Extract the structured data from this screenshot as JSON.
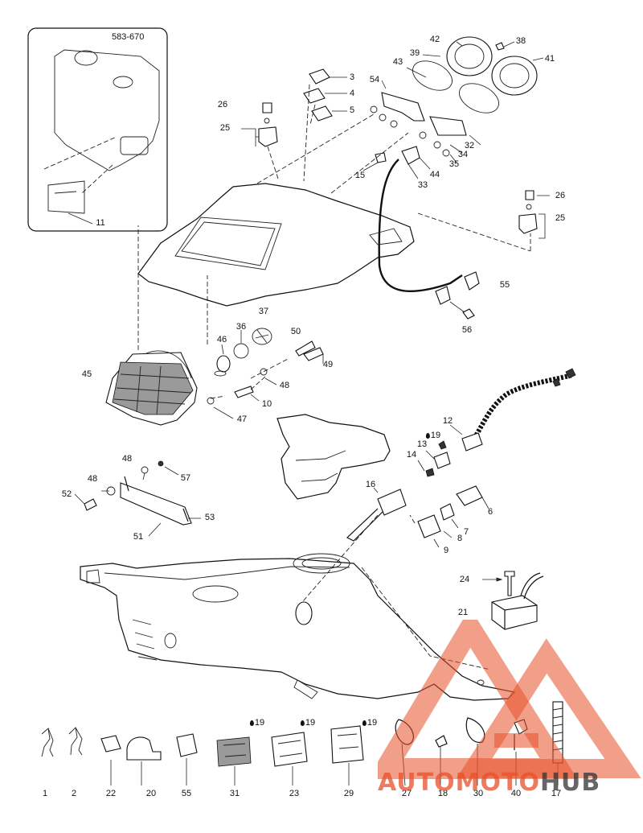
{
  "diagram": {
    "reference_code": "583-670",
    "callouts": [
      {
        "id": "c1",
        "text": "1"
      },
      {
        "id": "c2",
        "text": "2"
      },
      {
        "id": "c3",
        "text": "3"
      },
      {
        "id": "c4",
        "text": "4"
      },
      {
        "id": "c5",
        "text": "5"
      },
      {
        "id": "c6",
        "text": "6"
      },
      {
        "id": "c7",
        "text": "7"
      },
      {
        "id": "c8",
        "text": "8"
      },
      {
        "id": "c9",
        "text": "9"
      },
      {
        "id": "c10",
        "text": "10"
      },
      {
        "id": "c11",
        "text": "11"
      },
      {
        "id": "c12",
        "text": "12"
      },
      {
        "id": "c13",
        "text": "13"
      },
      {
        "id": "c14",
        "text": "14"
      },
      {
        "id": "c15",
        "text": "15"
      },
      {
        "id": "c16",
        "text": "16"
      },
      {
        "id": "c17",
        "text": "17"
      },
      {
        "id": "c18",
        "text": "18"
      },
      {
        "id": "c19a",
        "text": "19"
      },
      {
        "id": "c19b",
        "text": "19"
      },
      {
        "id": "c19c",
        "text": "19"
      },
      {
        "id": "c19d",
        "text": "19"
      },
      {
        "id": "c20",
        "text": "20"
      },
      {
        "id": "c21",
        "text": "21"
      },
      {
        "id": "c22",
        "text": "22"
      },
      {
        "id": "c23",
        "text": "23"
      },
      {
        "id": "c24",
        "text": "24"
      },
      {
        "id": "c25a",
        "text": "25"
      },
      {
        "id": "c25b",
        "text": "25"
      },
      {
        "id": "c26a",
        "text": "26"
      },
      {
        "id": "c26b",
        "text": "26"
      },
      {
        "id": "c27",
        "text": "27"
      },
      {
        "id": "c29",
        "text": "29"
      },
      {
        "id": "c30",
        "text": "30"
      },
      {
        "id": "c31",
        "text": "31"
      },
      {
        "id": "c32",
        "text": "32"
      },
      {
        "id": "c33",
        "text": "33"
      },
      {
        "id": "c34",
        "text": "34"
      },
      {
        "id": "c35",
        "text": "35"
      },
      {
        "id": "c36",
        "text": "36"
      },
      {
        "id": "c37",
        "text": "37"
      },
      {
        "id": "c38",
        "text": "38"
      },
      {
        "id": "c39",
        "text": "39"
      },
      {
        "id": "c40",
        "text": "40"
      },
      {
        "id": "c41",
        "text": "41"
      },
      {
        "id": "c42",
        "text": "42"
      },
      {
        "id": "c43",
        "text": "43"
      },
      {
        "id": "c44",
        "text": "44"
      },
      {
        "id": "c45",
        "text": "45"
      },
      {
        "id": "c46",
        "text": "46"
      },
      {
        "id": "c47",
        "text": "47"
      },
      {
        "id": "c48a",
        "text": "48"
      },
      {
        "id": "c48b",
        "text": "48"
      },
      {
        "id": "c48c",
        "text": "48"
      },
      {
        "id": "c49",
        "text": "49"
      },
      {
        "id": "c50",
        "text": "50"
      },
      {
        "id": "c51",
        "text": "51"
      },
      {
        "id": "c52",
        "text": "52"
      },
      {
        "id": "c53",
        "text": "53"
      },
      {
        "id": "c54",
        "text": "54"
      },
      {
        "id": "c55a",
        "text": "55"
      },
      {
        "id": "c55b",
        "text": "55"
      },
      {
        "id": "c56",
        "text": "56"
      },
      {
        "id": "c57",
        "text": "57"
      }
    ]
  },
  "watermark": {
    "text_part1": "AUTOMOTO",
    "text_part2": "HUB",
    "colors": {
      "primary": "#e8502a",
      "secondary": "#333333"
    }
  }
}
